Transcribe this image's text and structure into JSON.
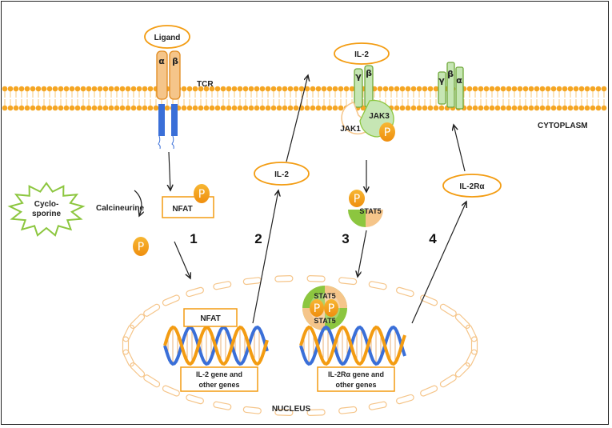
{
  "labels": {
    "ligand": "Ligand",
    "alpha": "α",
    "beta": "β",
    "gamma": "γ",
    "tcr": "TCR",
    "il2_top": "IL-2",
    "il2_mid": "IL-2",
    "jak3": "JAK3",
    "jak1": "JAK1",
    "cytoplasm": "CYTOPLASM",
    "cyclo_line1": "Cyclo-",
    "cyclo_line2": "sporine",
    "calcineurine": "Calcineurine",
    "nfat": "NFAT",
    "nfat_nucleus": "NFAT",
    "stat5": "STAT5",
    "stat5_dimer_top": "STAT5",
    "stat5_dimer_bottom": "STAT5",
    "il2ra": "IL-2Rα",
    "il2_gene_line1": "IL-2 gene and",
    "il2_gene_line2": "other genes",
    "il2ra_gene_line1": "IL-2Rα gene and",
    "il2ra_gene_line2": "other genes",
    "nucleus": "NUCLEUS",
    "phospho": "P"
  },
  "steps": [
    "1",
    "2",
    "3",
    "4"
  ],
  "colors": {
    "membrane": "#f5a623",
    "orange": "#f39c12",
    "blue": "#3a6fd8",
    "green": "#8cc63f",
    "light_green": "#c6e6b4",
    "tan": "#f5c58a",
    "phospho_fill": "#f39c12",
    "cyclosporine": "#8cc63f"
  }
}
